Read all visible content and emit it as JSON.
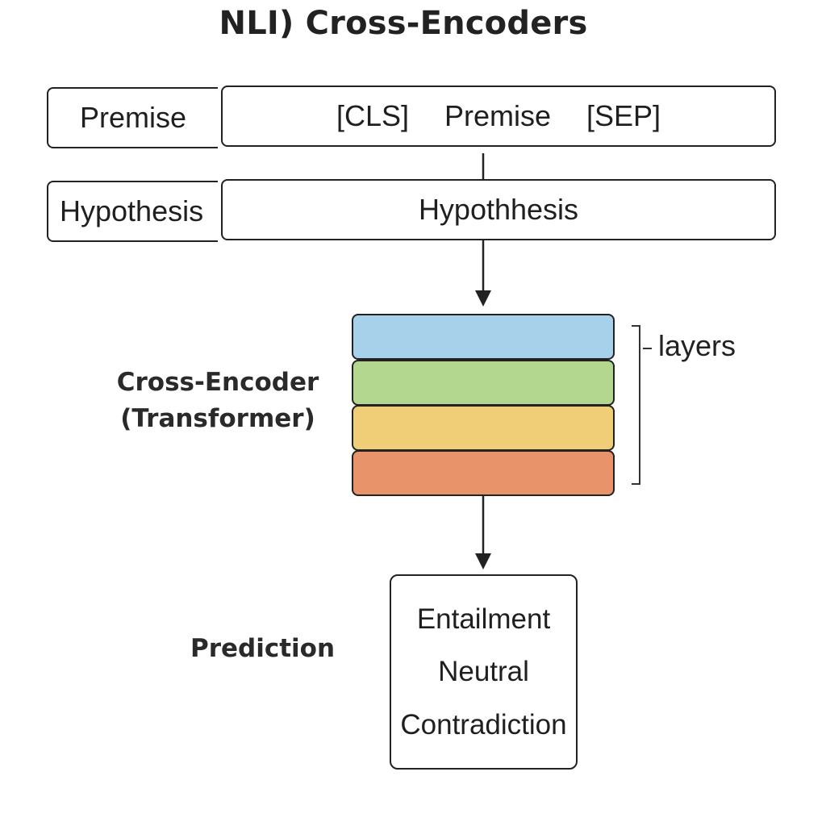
{
  "title": "NLI) Cross-Encoders",
  "inputs": {
    "premise_label": "Premise",
    "hypothesis_label": "Hypothesis",
    "sequence_tokens": [
      "[CLS]",
      "Premise",
      "[SEP]"
    ],
    "hypothesis_sequence": "Hypothhesis"
  },
  "encoder": {
    "label_line1": "Cross-Encoder",
    "label_line2": "(Transformer)",
    "layers_label": "layers",
    "layer_colors": [
      "#a7d0ea",
      "#b3d78e",
      "#efce77",
      "#e8936a"
    ]
  },
  "prediction": {
    "label": "Prediction",
    "classes": [
      "Entailment",
      "Neutral",
      "Contradiction"
    ]
  }
}
